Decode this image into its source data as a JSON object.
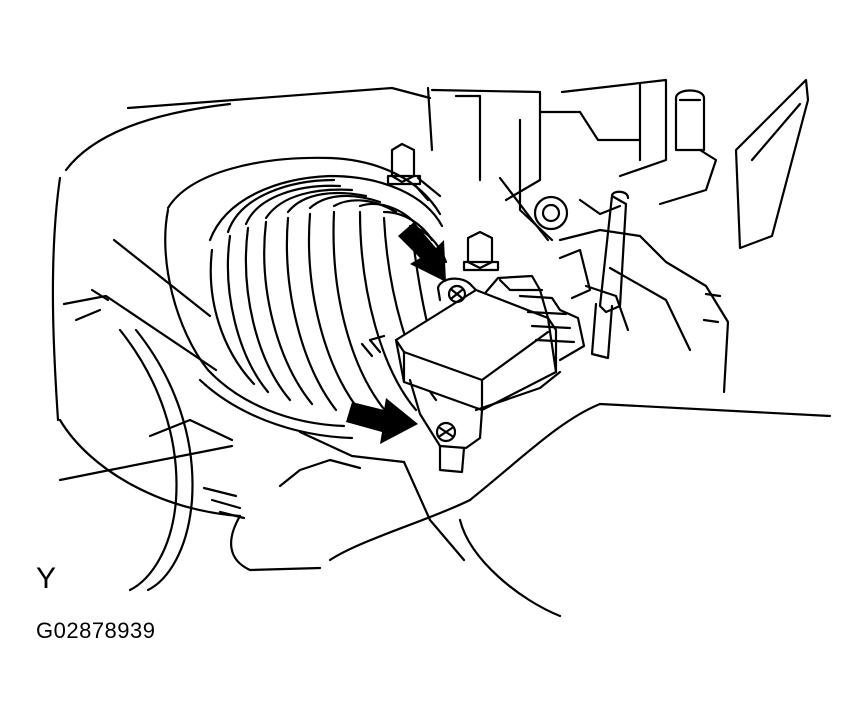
{
  "figure": {
    "view_label": "Y",
    "figure_code": "G02878939",
    "line_color": "#000000",
    "background": "#ffffff",
    "callouts": [
      {
        "target": "upper-screw",
        "icon": "arrow-icon"
      },
      {
        "target": "lower-screw",
        "icon": "arrow-icon"
      }
    ]
  }
}
